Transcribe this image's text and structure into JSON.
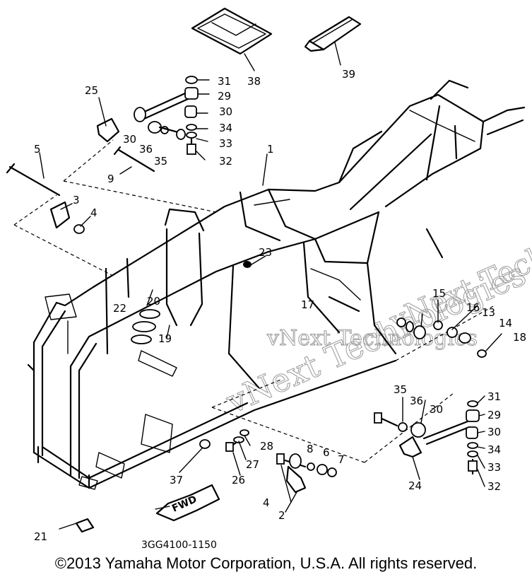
{
  "diagram": {
    "part_labels": [
      {
        "id": "31a",
        "text": "31"
      },
      {
        "id": "29a",
        "text": "29"
      },
      {
        "id": "38",
        "text": "38"
      },
      {
        "id": "39",
        "text": "39"
      },
      {
        "id": "25",
        "text": "25"
      },
      {
        "id": "30a",
        "text": "30"
      },
      {
        "id": "34a",
        "text": "34"
      },
      {
        "id": "30b",
        "text": "30"
      },
      {
        "id": "36a",
        "text": "36"
      },
      {
        "id": "33a",
        "text": "33"
      },
      {
        "id": "35a",
        "text": "35"
      },
      {
        "id": "32a",
        "text": "32"
      },
      {
        "id": "5",
        "text": "5"
      },
      {
        "id": "1",
        "text": "1"
      },
      {
        "id": "9",
        "text": "9"
      },
      {
        "id": "3",
        "text": "3"
      },
      {
        "id": "4a",
        "text": "4"
      },
      {
        "id": "23",
        "text": "23"
      },
      {
        "id": "22",
        "text": "22"
      },
      {
        "id": "20",
        "text": "20"
      },
      {
        "id": "19",
        "text": "19"
      },
      {
        "id": "17",
        "text": "17"
      },
      {
        "id": "15",
        "text": "15"
      },
      {
        "id": "16",
        "text": "16"
      },
      {
        "id": "13",
        "text": "13"
      },
      {
        "id": "14",
        "text": "14"
      },
      {
        "id": "18",
        "text": "18"
      },
      {
        "id": "35b",
        "text": "35"
      },
      {
        "id": "36b",
        "text": "36"
      },
      {
        "id": "30c",
        "text": "30"
      },
      {
        "id": "31b",
        "text": "31"
      },
      {
        "id": "29b",
        "text": "29"
      },
      {
        "id": "30d",
        "text": "30"
      },
      {
        "id": "34b",
        "text": "34"
      },
      {
        "id": "33b",
        "text": "33"
      },
      {
        "id": "32b",
        "text": "32"
      },
      {
        "id": "24",
        "text": "24"
      },
      {
        "id": "28",
        "text": "28"
      },
      {
        "id": "27",
        "text": "27"
      },
      {
        "id": "26",
        "text": "26"
      },
      {
        "id": "8",
        "text": "8"
      },
      {
        "id": "6",
        "text": "6"
      },
      {
        "id": "7",
        "text": "7"
      },
      {
        "id": "4b",
        "text": "4"
      },
      {
        "id": "2",
        "text": "2"
      },
      {
        "id": "37",
        "text": "37"
      },
      {
        "id": "21",
        "text": "21"
      }
    ],
    "fwd_sign": "FWD",
    "drawing_code": "3GG4100-1150",
    "watermark": [
      "vNext Technologies",
      "vNext Technologies",
      "vNext Technologies"
    ]
  },
  "footer": {
    "copyright": "©2013 Yamaha Motor Corporation, U.S.A. All rights reserved."
  }
}
